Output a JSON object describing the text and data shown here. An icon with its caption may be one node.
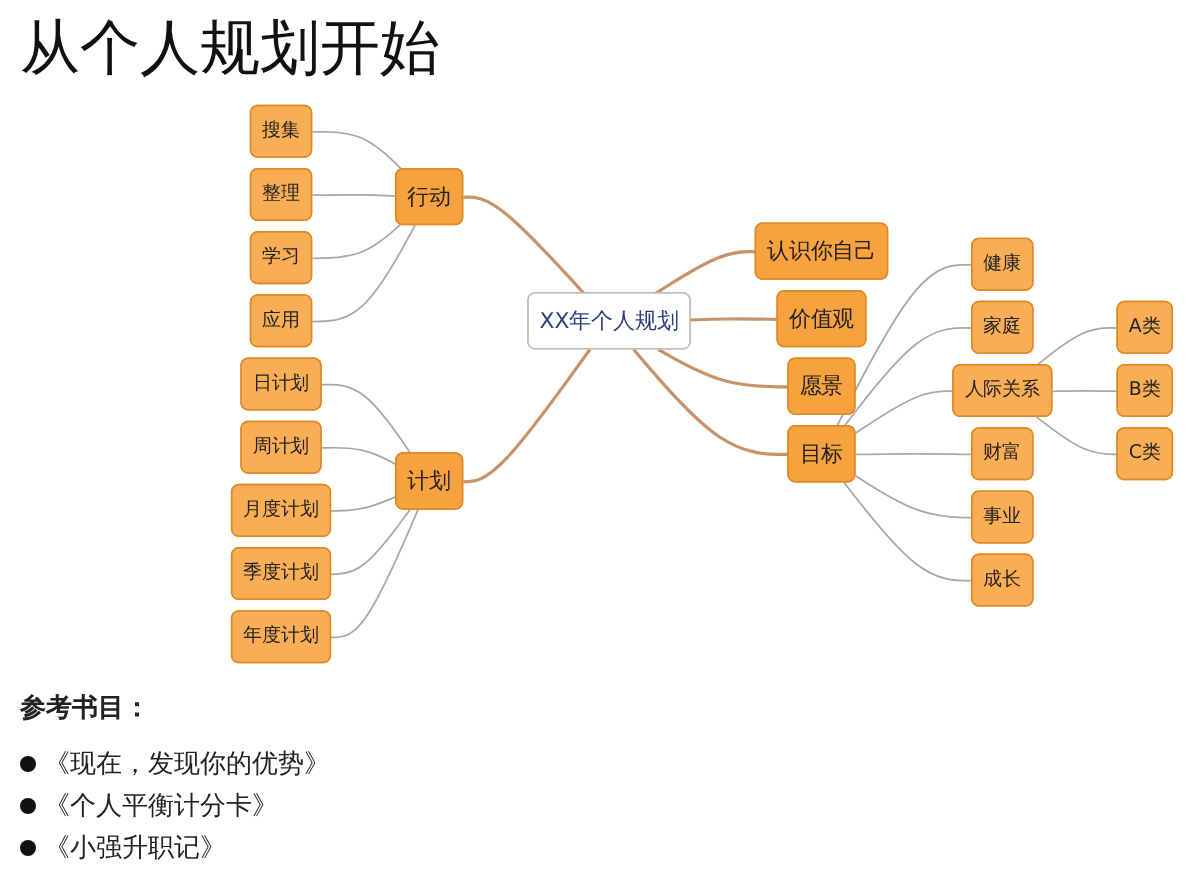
{
  "diagram": {
    "title": "从个人规划开始",
    "nodes": [
      {
        "text": [
          "XX年个人规划"
        ]
      },
      {
        "text": [
          "行动"
        ]
      },
      {
        "text": [
          "搜集"
        ]
      },
      {
        "text": [
          "整理"
        ]
      },
      {
        "text": [
          "学习"
        ]
      },
      {
        "text": [
          "应用"
        ]
      },
      {
        "text": [
          "计划"
        ]
      },
      {
        "text": [
          "日计划"
        ]
      },
      {
        "text": [
          "周计划"
        ]
      },
      {
        "text": [
          "月度计划"
        ]
      },
      {
        "text": [
          "季度计划"
        ]
      },
      {
        "text": [
          "年度计划"
        ]
      },
      {
        "text": [
          "认识你自己"
        ]
      },
      {
        "text": [
          "价值观"
        ]
      },
      {
        "text": [
          "愿景"
        ]
      },
      {
        "text": [
          "目标"
        ]
      },
      {
        "text": [
          "健康"
        ]
      },
      {
        "text": [
          "家庭"
        ]
      },
      {
        "text": [
          "人际关系"
        ]
      },
      {
        "text": [
          "A类"
        ]
      },
      {
        "text": [
          "B类"
        ]
      },
      {
        "text": [
          "C类"
        ]
      },
      {
        "text": [
          "财富"
        ]
      },
      {
        "text": [
          "事业"
        ]
      },
      {
        "text": [
          "成长"
        ]
      }
    ],
    "edges": [
      {
        "from": 1,
        "to": 0,
        "arrow": "none",
        "color": "#c9936a"
      },
      {
        "from": 2,
        "to": 1,
        "arrow": "none"
      },
      {
        "from": 3,
        "to": 1,
        "arrow": "none"
      },
      {
        "from": 4,
        "to": 1,
        "arrow": "none"
      },
      {
        "from": 5,
        "to": 1,
        "arrow": "none"
      },
      {
        "from": 6,
        "to": 0,
        "arrow": "none",
        "color": "#c9936a"
      },
      {
        "from": 7,
        "to": 6,
        "arrow": "none"
      },
      {
        "from": 8,
        "to": 6,
        "arrow": "none"
      },
      {
        "from": 9,
        "to": 6,
        "arrow": "none"
      },
      {
        "from": 10,
        "to": 6,
        "arrow": "none"
      },
      {
        "from": 11,
        "to": 6,
        "arrow": "none"
      },
      {
        "from": 0,
        "to": 12,
        "arrow": "none",
        "color": "#c9936a"
      },
      {
        "from": 0,
        "to": 13,
        "arrow": "none",
        "color": "#c9936a"
      },
      {
        "from": 0,
        "to": 14,
        "arrow": "none",
        "color": "#c9936a"
      },
      {
        "from": 0,
        "to": 15,
        "arrow": "none",
        "color": "#c9936a"
      },
      {
        "from": 15,
        "to": 16,
        "arrow": "none"
      },
      {
        "from": 15,
        "to": 17,
        "arrow": "none"
      },
      {
        "from": 15,
        "to": 18,
        "arrow": "none"
      },
      {
        "from": 18,
        "to": 19,
        "arrow": "none"
      },
      {
        "from": 18,
        "to": 20,
        "arrow": "none"
      },
      {
        "from": 18,
        "to": 21,
        "arrow": "none"
      },
      {
        "from": 15,
        "to": 22,
        "arrow": "none"
      },
      {
        "from": 15,
        "to": 23,
        "arrow": "none"
      },
      {
        "from": 15,
        "to": 24,
        "arrow": "none"
      }
    ],
    "labels": [
      "参考书目：",
      "《现在，发现你的优势》",
      "《个人平衡计分卡》",
      "《小强升职记》"
    ]
  }
}
